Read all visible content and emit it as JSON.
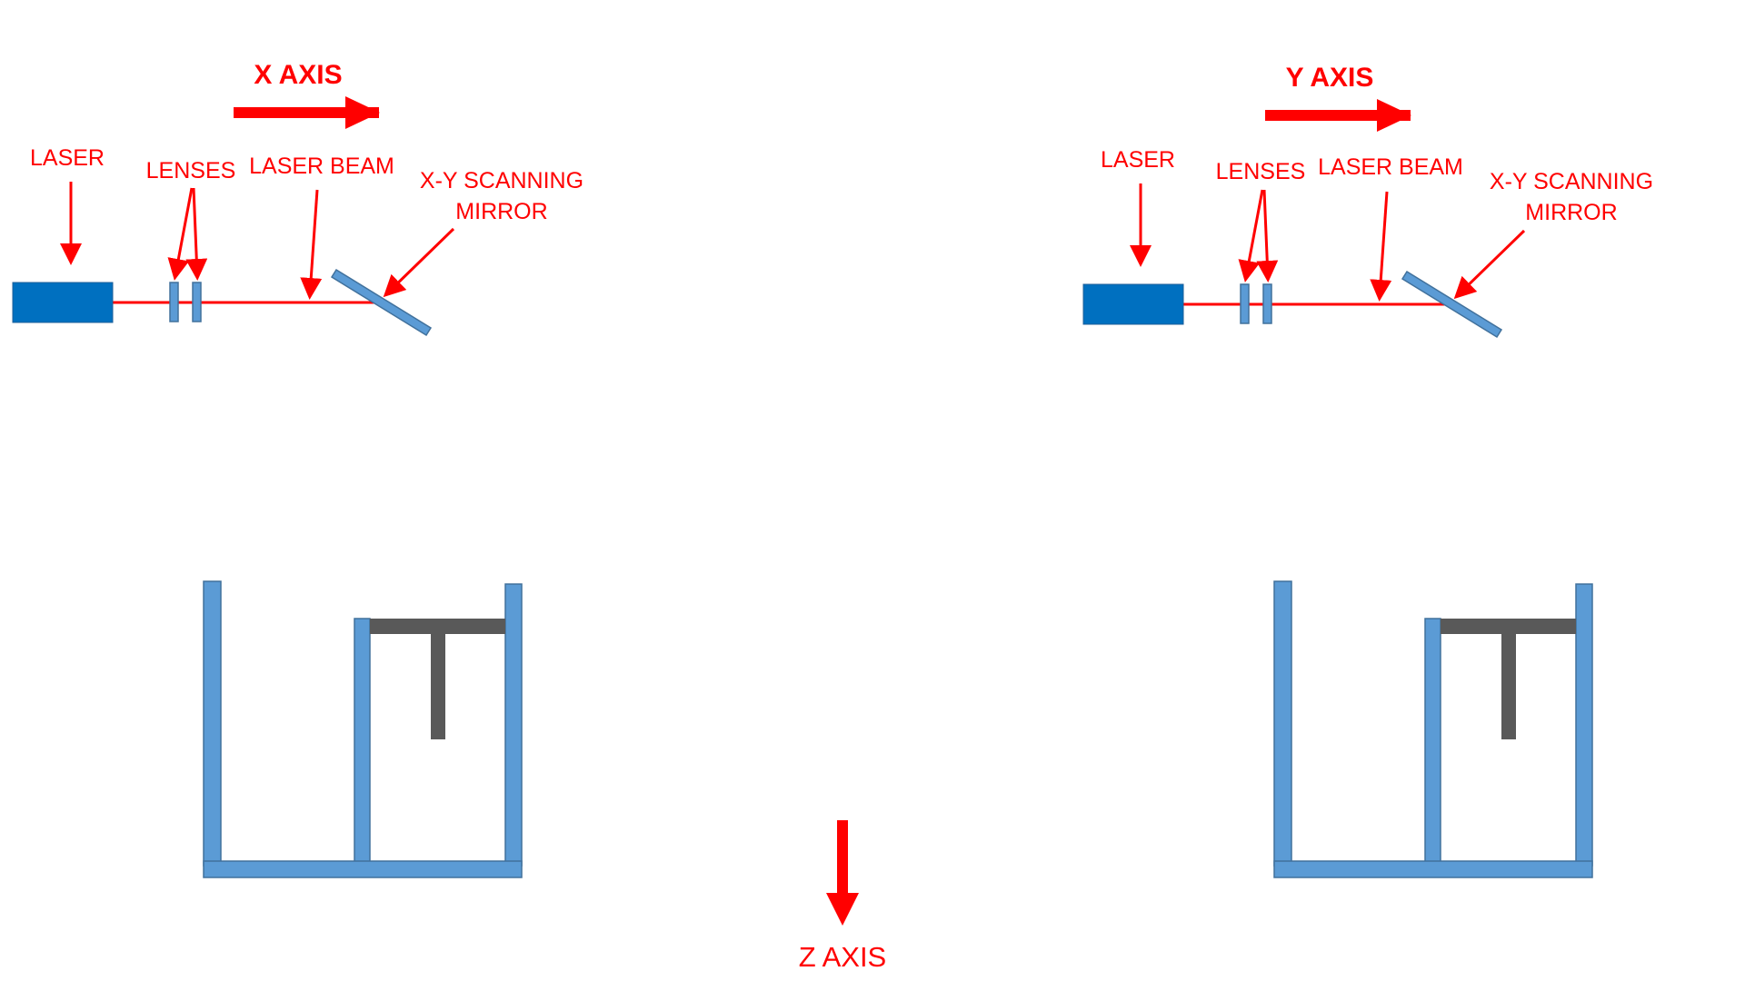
{
  "colors": {
    "annotation": "#ff0000",
    "laser_body": "#0070c0",
    "optics": "#5b9bd5",
    "optics_edge": "#41719c",
    "build_plate": "#595959"
  },
  "left_module": {
    "axis_label": "X AXIS",
    "laser_label": "LASER",
    "lenses_label": "LENSES",
    "beam_label": "LASER BEAM",
    "mirror_label_line1": "X-Y SCANNING",
    "mirror_label_line2": "MIRROR"
  },
  "right_module": {
    "axis_label": "Y AXIS",
    "laser_label": "LASER",
    "lenses_label": "LENSES",
    "beam_label": "LASER BEAM",
    "mirror_label_line1": "X-Y SCANNING",
    "mirror_label_line2": "MIRROR"
  },
  "z_axis": {
    "label": "Z AXIS"
  }
}
